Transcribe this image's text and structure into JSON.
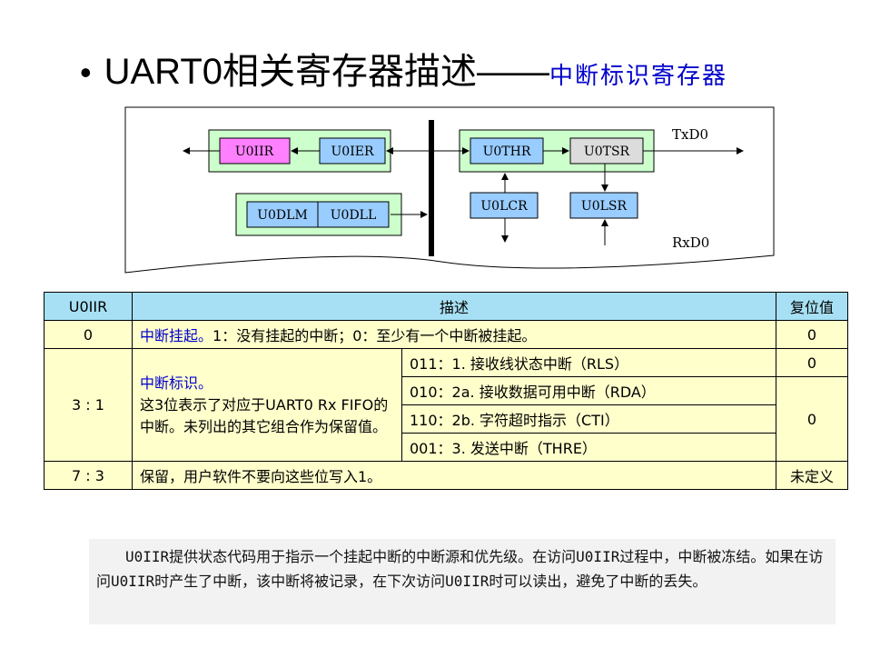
{
  "slide": {
    "bullet": "•",
    "title": "UART0相关寄存器描述——",
    "subtitle": "中断标识寄存器"
  },
  "diagram": {
    "registers": {
      "iir": "U0IIR",
      "ier": "U0IER",
      "dlm": "U0DLM",
      "dll": "U0DLL",
      "thr": "U0THR",
      "tsr": "U0TSR",
      "lcr": "U0LCR",
      "lsr": "U0LSR"
    },
    "txd": "TxD0",
    "rxd": "RxD0",
    "colors": {
      "iir": "#ff80ff",
      "reg": "#99ccff",
      "tsr": "#dcdcdc",
      "group": "#ccffcc"
    }
  },
  "table": {
    "headers": {
      "col1": "U0IIR",
      "col2": "描述",
      "col3": "复位值"
    },
    "row0": {
      "bits": "0",
      "desc_prefix": "中断挂起。",
      "desc_rest": "1：没有挂起的中断；0：至少有一个中断被挂起。",
      "reset": "0"
    },
    "row31": {
      "bits": "3 : 1",
      "title": "中断标识。",
      "body": "这3位表示了对应于UART0 Rx FIFO的中断。未列出的其它组合作为保留值。",
      "items": [
        "011：1. 接收线状态中断（RLS）",
        "010：2a. 接收数据可用中断（RDA）",
        "110：2b. 字符超时指示（CTI）",
        "001：3. 发送中断（THRE）"
      ],
      "reset_first": "0",
      "reset_rest": "0"
    },
    "row73": {
      "bits": "7 : 3",
      "desc": "保留，用户软件不要向这些位写入1。",
      "reset": "未定义"
    }
  },
  "note": "U0IIR提供状态代码用于指示一个挂起中断的中断源和优先级。在访问U0IIR过程中，中断被冻结。如果在访问U0IIR时产生了中断，该中断将被记录，在下次访问U0IIR时可以读出，避免了中断的丢失。"
}
